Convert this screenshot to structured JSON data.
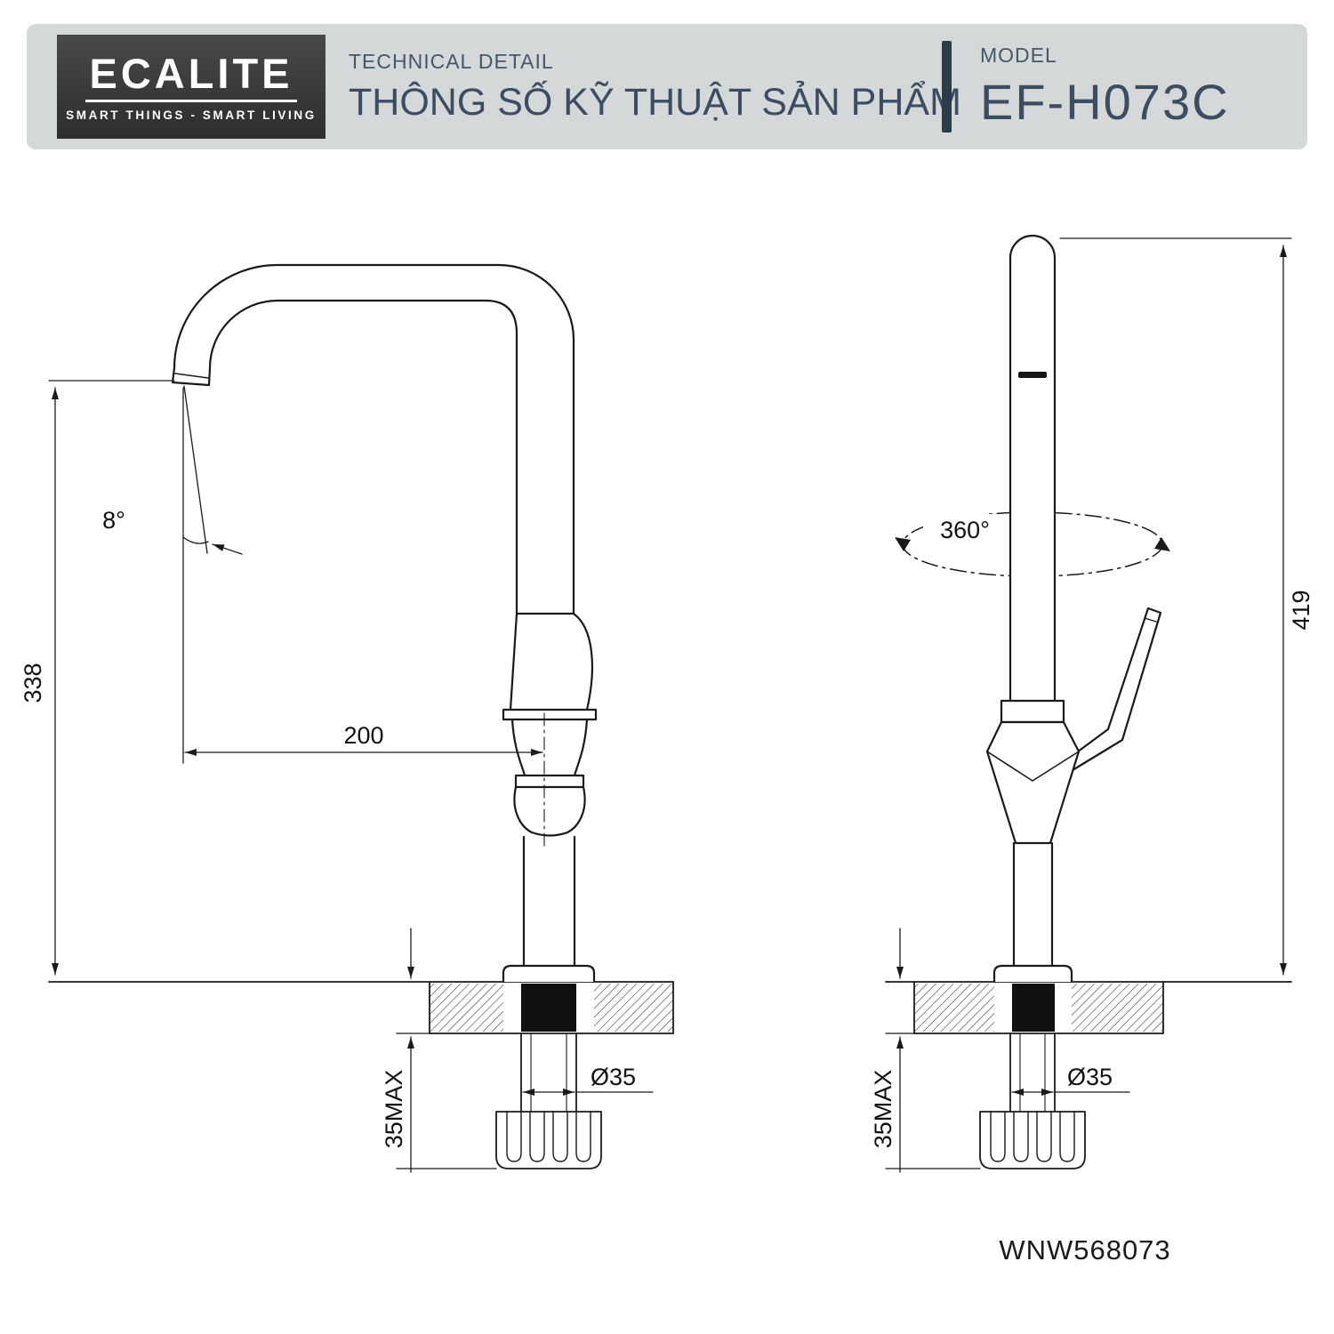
{
  "header": {
    "logo": {
      "brand": "ECALITE",
      "tagline": "SMART THINGS - SMART LIVING"
    },
    "section": {
      "label": "TECHNICAL DETAIL",
      "title": "THÔNG SỐ KỸ THUẬT SẢN PHẨM"
    },
    "model": {
      "label": "MODEL",
      "value": "EF-H073C"
    }
  },
  "drawing": {
    "side_view": {
      "height_dim": "338",
      "reach_dim": "200",
      "angle_dim": "8°",
      "deck_dim": "35MAX",
      "hole_dim": "Ø35"
    },
    "front_view": {
      "rotation_dim": "360°",
      "height_dim": "419",
      "deck_dim": "35MAX",
      "hole_dim": "Ø35"
    },
    "part_number": "WNW568073"
  },
  "colors": {
    "header_bg": "#d5d8d9",
    "accent": "#3c4d61",
    "line": "#1a1a1a"
  }
}
